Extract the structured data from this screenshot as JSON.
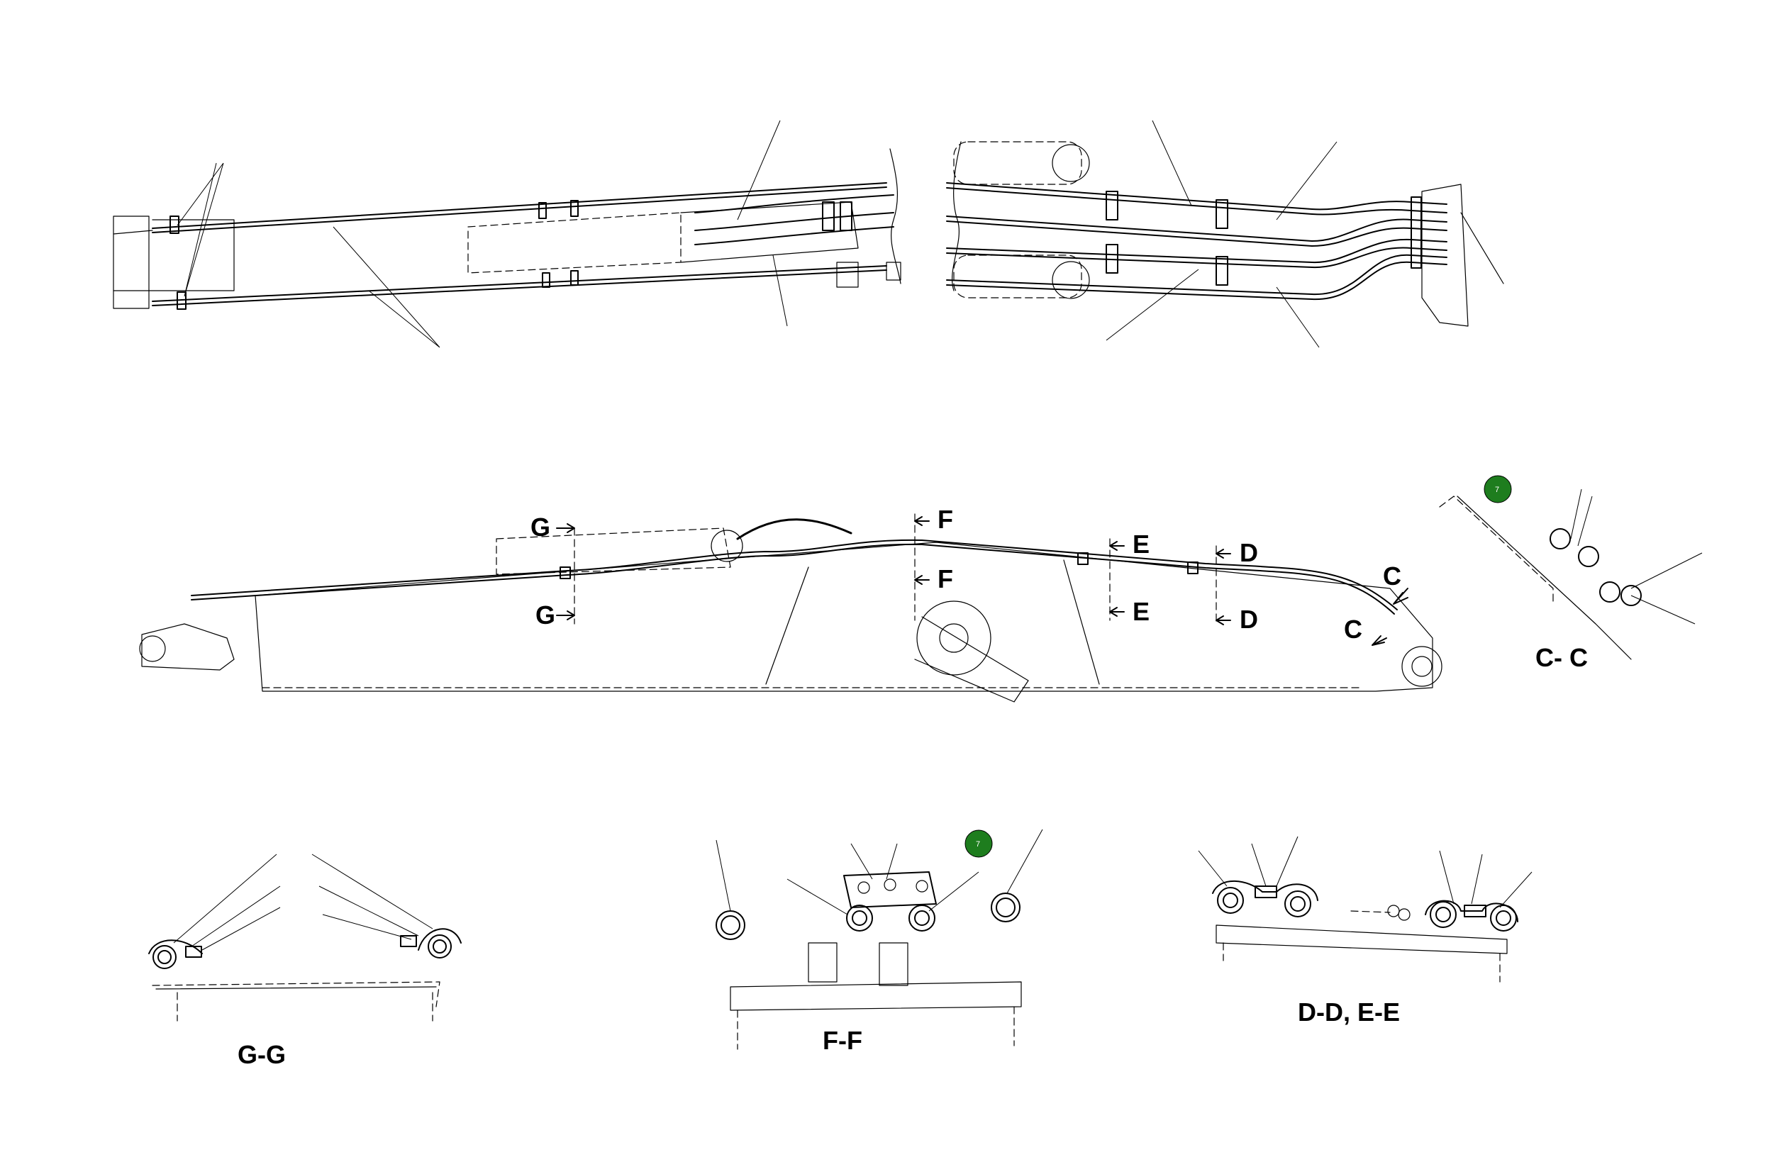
{
  "cut_marks": {
    "G_top": "G",
    "G_bottom": "G",
    "F_top": "F",
    "F_bottom": "F",
    "E_top": "E",
    "E_bottom": "E",
    "D_top": "D",
    "D_bottom": "D",
    "C_top": "C",
    "C_bottom": "C"
  },
  "section_titles": {
    "cc": "C- C",
    "gg": "G-G",
    "ff": "F-F",
    "dd_ee": "D-D, E-E"
  },
  "callouts": [
    {
      "number": "7",
      "color": "#1e7d1e"
    },
    {
      "number": "7",
      "color": "#1e7d1e"
    }
  ]
}
